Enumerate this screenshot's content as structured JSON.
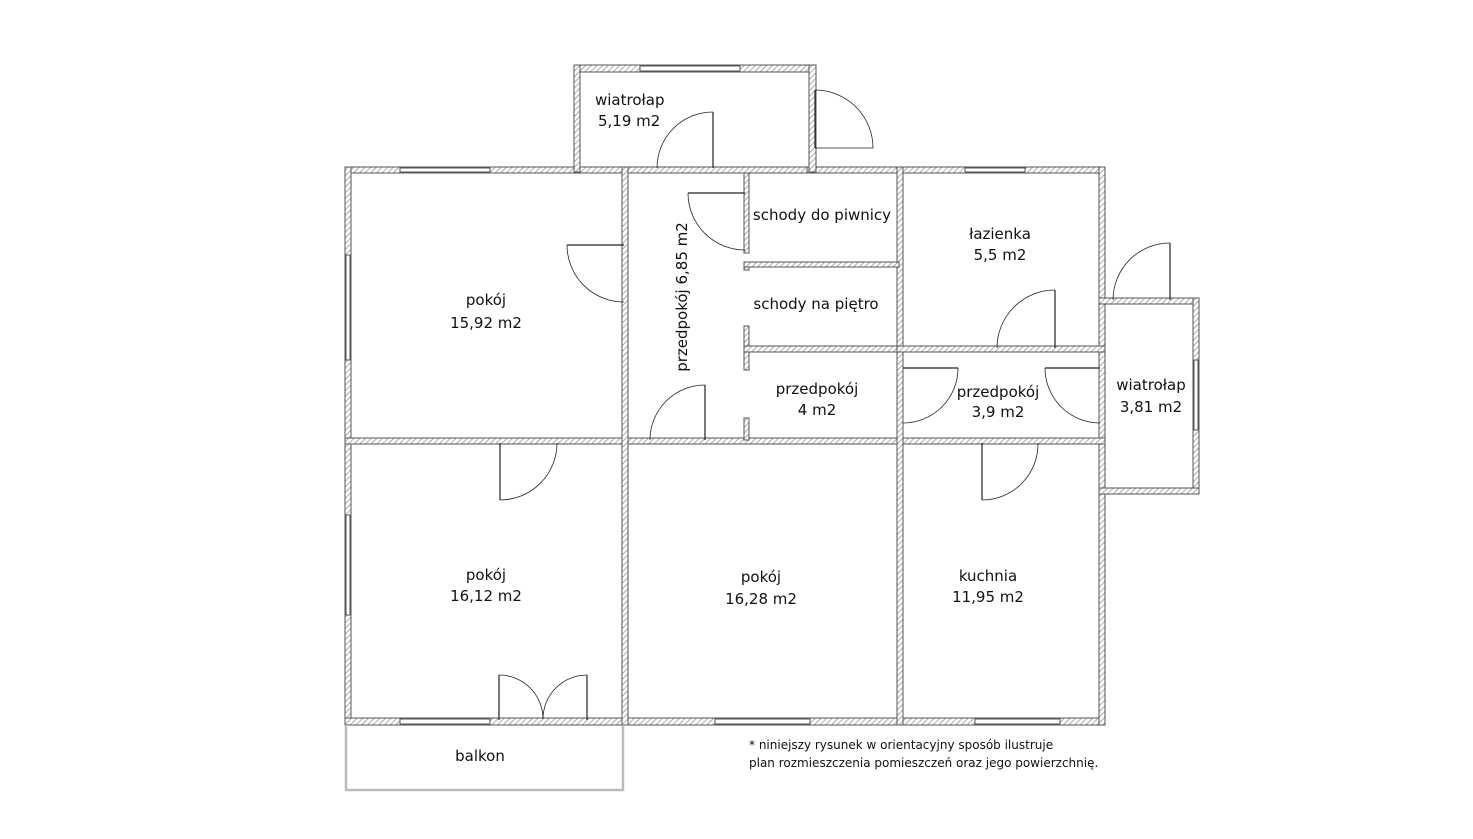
{
  "rooms": {
    "wiatrolap_top": {
      "name": "wiatrołap",
      "area": "5,19 m2"
    },
    "pokoj_nw": {
      "name": "pokój",
      "area": "15,92 m2"
    },
    "przedpokoj_vertical": {
      "label": "przedpokój 6,85 m2"
    },
    "schody_piwnica": {
      "name": "schody do piwnicy"
    },
    "schody_pietro": {
      "name": "schody na piętro"
    },
    "przedpokoj_mid": {
      "name": "przedpokój",
      "area": "4 m2"
    },
    "lazienka": {
      "name": "łazienka",
      "area": "5,5 m2"
    },
    "przedpokoj_east": {
      "name": "przedpokój",
      "area": "3,9 m2"
    },
    "wiatrolap_east": {
      "name": "wiatrołap",
      "area": "3,81 m2"
    },
    "pokoj_sw": {
      "name": "pokój",
      "area": "16,12 m2"
    },
    "pokoj_s": {
      "name": "pokój",
      "area": "16,28 m2"
    },
    "kuchnia": {
      "name": "kuchnia",
      "area": "11,95 m2"
    },
    "balkon": {
      "name": "balkon"
    }
  },
  "note": {
    "line1": "* niniejszy rysunek w orientacyjny sposób ilustruje",
    "line2": "plan rozmieszczenia pomieszczeń oraz jego powierzchnię."
  },
  "colors": {
    "wall_line": "#555555",
    "hatch": "#888888",
    "balcony": "#bbbbbb"
  }
}
